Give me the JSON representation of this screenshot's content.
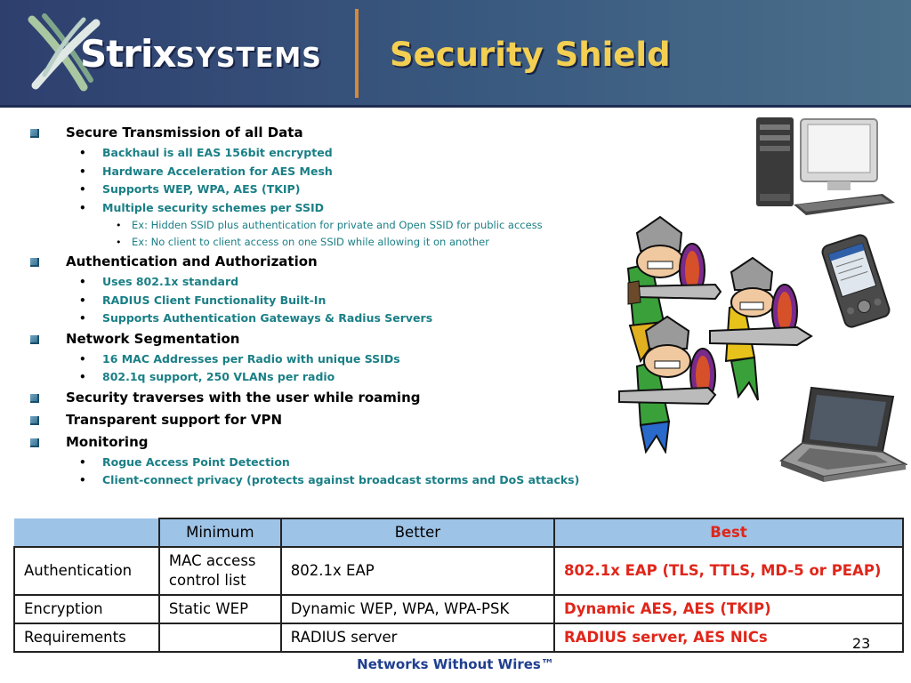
{
  "header": {
    "logo_text_strix": "Strix",
    "logo_text_systems": "SYSTEMS",
    "title": "Security Shield"
  },
  "bullets": [
    {
      "label": "Secure Transmission of all Data",
      "items": [
        {
          "label": "Backhaul is all EAS 156bit encrypted",
          "items": []
        },
        {
          "label": "Hardware Acceleration for AES Mesh",
          "items": []
        },
        {
          "label": "Supports WEP, WPA, AES (TKIP)",
          "items": []
        },
        {
          "label": "Multiple security schemes per SSID",
          "items": [
            "Ex: Hidden SSID plus authentication for private and Open SSID for public access",
            "Ex: No client to client access on one SSID while allowing it on another"
          ]
        }
      ]
    },
    {
      "label": "Authentication and Authorization",
      "items": [
        {
          "label": "Uses 802.1x standard",
          "items": []
        },
        {
          "label": "RADIUS Client Functionality Built-In",
          "items": []
        },
        {
          "label": "Supports Authentication Gateways & Radius Servers",
          "items": []
        }
      ]
    },
    {
      "label": "Network Segmentation",
      "items": [
        {
          "label": "16 MAC Addresses per Radio with unique SSIDs",
          "items": []
        },
        {
          "label": "802.1q support, 250 VLANs per radio",
          "items": []
        }
      ]
    },
    {
      "label": "Security traverses with the user while roaming",
      "items": []
    },
    {
      "label": "Transparent support for VPN",
      "items": []
    },
    {
      "label": "Monitoring",
      "items": [
        {
          "label": "Rogue Access Point Detection",
          "items": []
        },
        {
          "label": "Client-connect privacy (protects against broadcast storms and DoS attacks)",
          "items": []
        }
      ]
    }
  ],
  "comparison_table": {
    "headers": [
      "",
      "Minimum",
      "Better",
      "Best"
    ],
    "rows": [
      {
        "label": "Authentication",
        "minimum": "MAC access control list",
        "better": "802.1x EAP",
        "best": "802.1x EAP (TLS, TTLS, MD-5 or PEAP)"
      },
      {
        "label": "Encryption",
        "minimum": "Static WEP",
        "better": "Dynamic WEP, WPA, WPA-PSK",
        "best": "Dynamic AES, AES (TKIP)"
      },
      {
        "label": "Requirements",
        "minimum": "",
        "better": "RADIUS server",
        "best": "RADIUS server, AES NICs"
      }
    ]
  },
  "page_number": "23",
  "footer": "Networks Without Wires™",
  "colors": {
    "header_bg": "#2e3f6e",
    "title": "#f3cf52",
    "divider": "#d4893a",
    "sub_bullet_text": "#1a7f86",
    "table_header_bg": "#9dc3e6",
    "best_text": "#e0261a",
    "footer_text": "#1f3f8f"
  },
  "icons": [
    "strix-logo-icon",
    "desktop-computer-icon",
    "pda-icon",
    "laptop-icon",
    "knights-clipart-icon"
  ]
}
